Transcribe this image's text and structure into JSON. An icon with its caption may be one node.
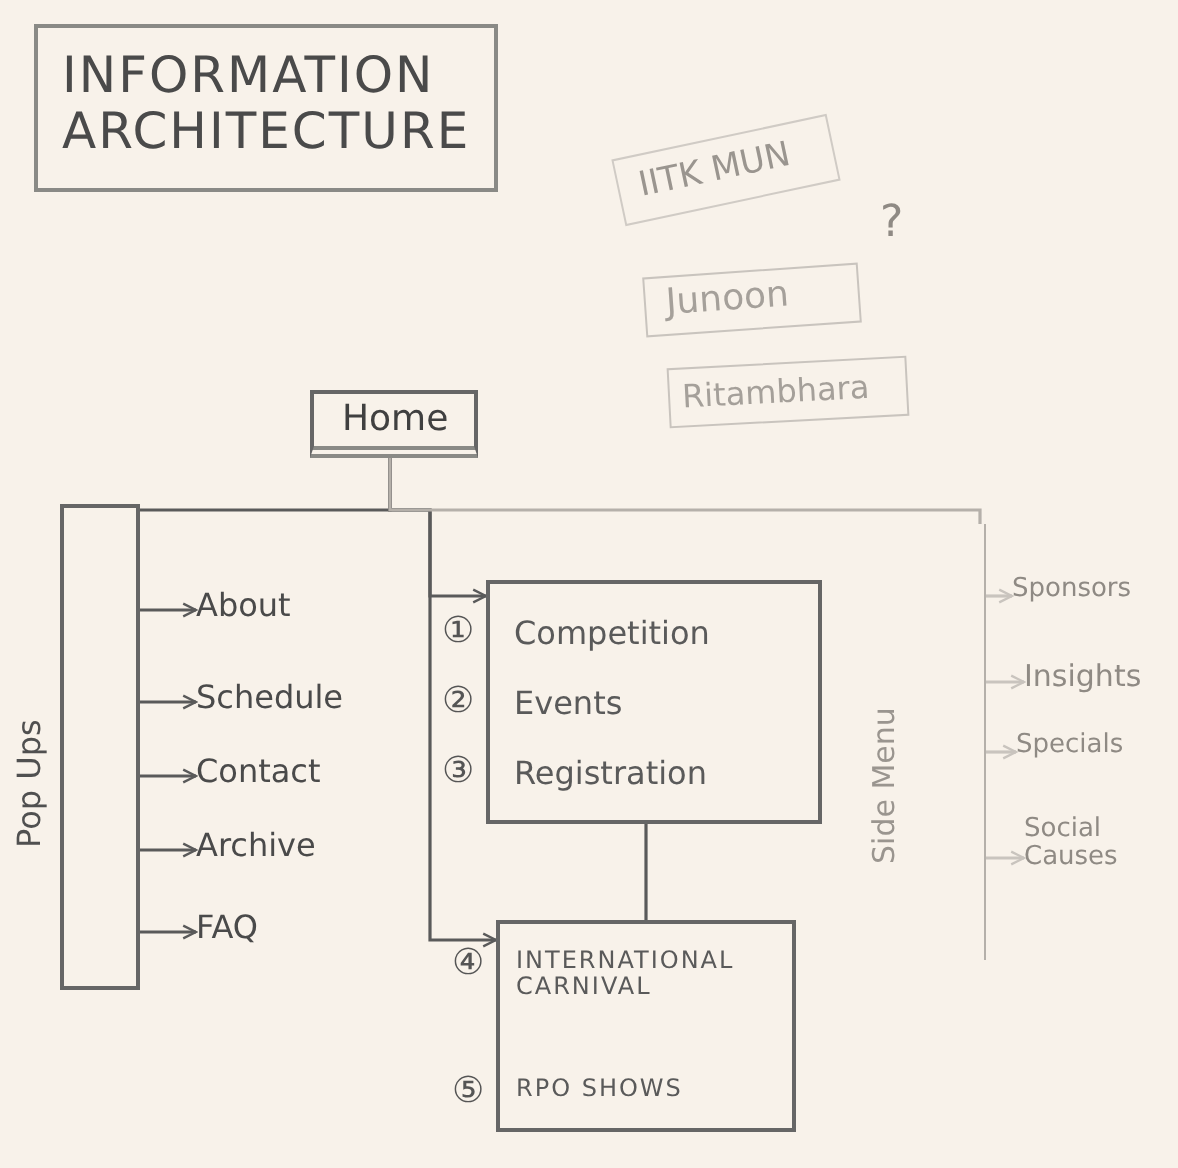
{
  "diagram": {
    "nodes": [
      {
        "text": [
          "INFORMATION ARCHITECTURE"
        ]
      },
      {
        "text": [
          "IITK MUN"
        ]
      },
      {
        "text": [
          "Junoon"
        ]
      },
      {
        "text": [
          "Ritambhara"
        ]
      },
      {
        "text": [
          "Home"
        ]
      },
      {
        "text": [
          "Pop Ups"
        ]
      },
      {
        "text": [
          "About"
        ]
      },
      {
        "text": [
          "Schedule"
        ]
      },
      {
        "text": [
          "Contact"
        ]
      },
      {
        "text": [
          "Archive"
        ]
      },
      {
        "text": [
          "FAQ"
        ]
      },
      {
        "text": [
          "Competition",
          "Events",
          "Registration"
        ],
        "beside": [
          "①",
          "②",
          "③"
        ]
      },
      {
        "text": [
          "INTERNATIONAL CARNIVAL",
          "RPO SHOWS"
        ],
        "beside": [
          "④",
          "⑤"
        ]
      },
      {
        "text": [
          "Side Menu"
        ]
      },
      {
        "text": [
          "Sponsors"
        ]
      },
      {
        "text": [
          "Insights"
        ]
      },
      {
        "text": [
          "Specials"
        ]
      },
      {
        "text": [
          "Social Causes"
        ]
      }
    ],
    "edges": [
      {
        "from": 4,
        "to": 5,
        "arrow": "none"
      },
      {
        "from": 4,
        "to": 11,
        "arrow": "to"
      },
      {
        "from": 4,
        "to": 12,
        "arrow": "to"
      },
      {
        "from": 4,
        "to": 13,
        "arrow": "none",
        "color": "#b5b0aa"
      },
      {
        "from": 11,
        "to": 12,
        "arrow": "none"
      },
      {
        "from": 5,
        "to": 6,
        "arrow": "to"
      },
      {
        "from": 5,
        "to": 7,
        "arrow": "to"
      },
      {
        "from": 5,
        "to": 8,
        "arrow": "to"
      },
      {
        "from": 5,
        "to": 9,
        "arrow": "to"
      },
      {
        "from": 5,
        "to": 10,
        "arrow": "to"
      },
      {
        "from": 13,
        "to": 14,
        "arrow": "to",
        "color": "#c9c4be"
      },
      {
        "from": 13,
        "to": 15,
        "arrow": "to",
        "color": "#c9c4be"
      },
      {
        "from": 13,
        "to": 16,
        "arrow": "to",
        "color": "#c9c4be"
      },
      {
        "from": 13,
        "to": 17,
        "arrow": "to",
        "color": "#c9c4be"
      }
    ],
    "labels": [
      "?"
    ]
  }
}
